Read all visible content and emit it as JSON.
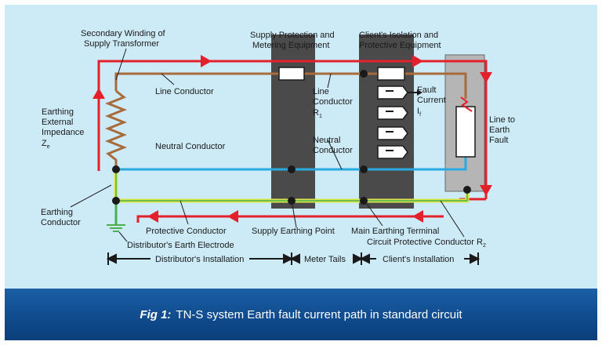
{
  "colors": {
    "background": "#cdebf7",
    "line_conductor": "#a86b3b",
    "neutral_conductor": "#29a9e1",
    "earth_conductor_yellow": "#d8e84a",
    "earth_conductor_green": "#4cae4c",
    "fault_current_path": "#e4202a",
    "equipment_panel": "#4a4a4a",
    "client_equipment_box": "#b5b5b5",
    "footer": "#1359a0"
  },
  "labels": {
    "secondary_winding": [
      "Secondary Winding of",
      "Supply Transformer"
    ],
    "supply_protection": [
      "Supply Protection and",
      "Metering Equipment"
    ],
    "client_isolation": [
      "Client's Isolation and",
      "Protective Equipment"
    ],
    "earthing_impedance": [
      "Earthing",
      "External",
      "Impedance"
    ],
    "ze_main": "Z",
    "ze_sub": "e",
    "line_conductor": "Line Conductor",
    "line_conductor_r1": [
      "Line",
      "Conductor"
    ],
    "r1_main": "R",
    "r1_sub": "1",
    "fault_current": [
      "Fault",
      "Current"
    ],
    "if_main": "I",
    "if_sub": "f",
    "line_to_earth_fault": [
      "Line to",
      "Earth",
      "Fault"
    ],
    "neutral_conductor_left": "Neutral Conductor",
    "neutral_conductor_right": [
      "Neutral",
      "Conductor"
    ],
    "earthing_conductor": [
      "Earthing",
      "Conductor"
    ],
    "protective_conductor": "Protective Conductor",
    "supply_earthing_point": "Supply Earthing Point",
    "main_earthing_terminal": "Main Earthing Terminal",
    "circuit_protective_conductor": "Circuit Protective Conductor R",
    "r2_sub": "2",
    "distributors_earth_electrode": "Distributor's Earth Electrode"
  },
  "installation_sections": {
    "distributors": "Distributor's Installation",
    "meter_tails": "Meter Tails",
    "clients": "Client's  Installation"
  },
  "caption": {
    "fig_label": "Fig 1:",
    "text": "TN-S system Earth fault current path in standard circuit"
  }
}
